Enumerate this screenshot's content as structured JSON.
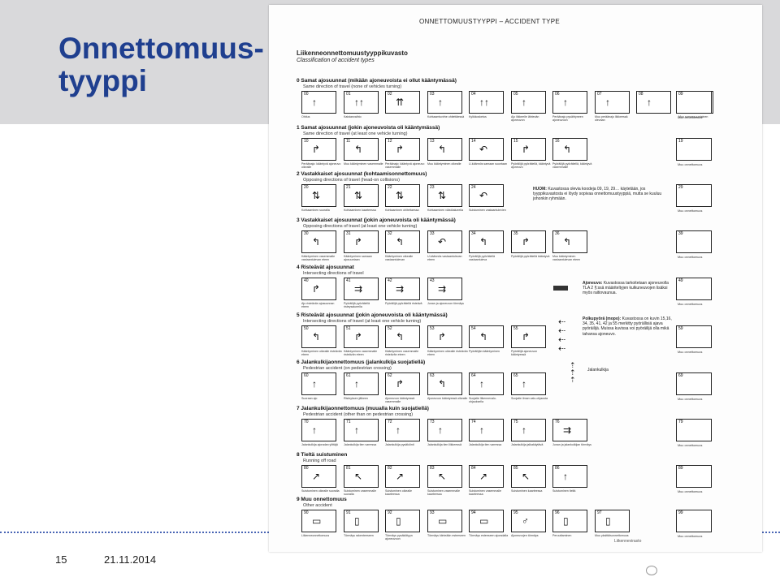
{
  "slide": {
    "title_line1": "Onnettomuus-",
    "title_line2": "tyyppi",
    "page_number": "15",
    "date": "21.11.2014",
    "logo_text": "Liikennevirasto"
  },
  "doc": {
    "header": "ONNETTOMUUSTYYPPI – ACCIDENT TYPE",
    "title_fi": "Liikenneonnettomuustyyppikuvasto",
    "title_en": "Classification of accident types",
    "sections": [
      {
        "title": "0 Samat ajosuunnat (mikään ajoneuvoista ei ollut kääntymässä)",
        "subtitle": "Same direction of travel (none of vehicles turning)",
        "codes": [
          "00",
          "01",
          "02",
          "03",
          "04",
          "05",
          "06",
          "07",
          "08",
          "09"
        ],
        "icons": [
          "↑",
          "↑↑",
          "⇈",
          "↑",
          "↑↑",
          "↑",
          "↑",
          "↑",
          "↑",
          "↑"
        ],
        "captions": [
          "Ohitus",
          "Kaistanvaihto",
          "",
          "Kohtaamisvirhe ohitettäessä",
          "Kylkikosketus",
          "Ajo liikkeelle lähtevän ajoneuvon",
          "Peräänajo pysähtyneen ajoneuvoon",
          "Muu peräänajo liikkeessä olevaan",
          "",
          "Muu samansuuntainen"
        ]
      },
      {
        "title": "1 Samat ajosuunnat (jokin ajoneuvoista oli kääntymässä)",
        "subtitle": "Same direction of travel (at least one vehicle turning)",
        "codes": [
          "10",
          "11",
          "12",
          "13",
          "14",
          "15",
          "16"
        ],
        "icons": [
          "↱",
          "↰",
          "↱",
          "↰",
          "↶",
          "↱",
          "↰"
        ],
        "captions": [
          "Peräänajo: kääntyvä ajoneuvo oikealle",
          "Muu kääntyminen vasemmalle",
          "Peräänajo: kääntyvä ajoneuvo vasemmalle",
          "Muu kääntyminen oikealle",
          "U-käännös samaan suuntaan",
          "Pyöräilijä pyörätiellä, kääntyvä ajoneuvo",
          "Pyöräilijä pyörätiellä, kääntyvä vasemmalle"
        ]
      },
      {
        "title": "2 Vastakkaiset ajosuunnat (kohtaamisonnettomuus)",
        "subtitle": "Opposing directions of travel (head-on collisions)",
        "codes": [
          "20",
          "21",
          "22",
          "23",
          "24"
        ],
        "icons": [
          "⇅",
          "⇅",
          "⇅",
          "⇅",
          "↶"
        ],
        "captions": [
          "Kohtaaminen suoralla",
          "Kohtaaminen kaarteessa",
          "Kohtaaminen ohitettaessa",
          "Kohtaaminen väistöalueella",
          "Suistuminen vastaantulevien"
        ]
      },
      {
        "title": "3 Vastakkaiset ajosuunnat (jokin ajoneuvoista oli kääntymässä)",
        "subtitle": "Opposing directions of travel (at least one vehicle turning)",
        "codes": [
          "30",
          "31",
          "32",
          "33",
          "34",
          "35",
          "36"
        ],
        "icons": [
          "↰",
          "↱",
          "↰",
          "↶",
          "↰",
          "↱",
          "↰"
        ],
        "captions": [
          "Kääntyminen vasemmalle vastaantulevan eteen",
          "Kääntyminen samaan ajosuuntaan",
          "Kääntyminen oikealle vastaantulevan",
          "U-käännös vastaantulevan eteen",
          "Pyöräilijä pyörätiellä vastaantuleva",
          "Pyöräilijä pyörätiellä kääntyvä",
          "Muu kääntyminen vastaantulevan eteen"
        ]
      },
      {
        "title": "4 Risteävät ajosuunnat",
        "subtitle": "Intersecting directions of travel",
        "codes": [
          "40",
          "41",
          "42",
          "43"
        ],
        "icons": [
          "↱",
          "⇉",
          "⇉",
          "⇉"
        ],
        "captions": [
          "Ajo risteävän ajosuunnan eteen",
          "Pyöräilijä pyörätiellä risteysalueella",
          "Pyöräilijä pyörätiellä risteävä",
          "Junan ja ajoneuvon törmäys"
        ]
      },
      {
        "title": "5 Risteävät ajosuunnat (jokin ajoneuvoista oli kääntymässä)",
        "subtitle": "Intersecting directions of travel (at least one vehicle turning)",
        "codes": [
          "50",
          "51",
          "52",
          "53",
          "54",
          "55"
        ],
        "icons": [
          "↰",
          "↱",
          "↰",
          "↱",
          "↰",
          "↱"
        ],
        "captions": [
          "Kääntyminen oikealle risteävän eteen",
          "Kääntyminen vasemmalle risteävän eteen",
          "Kääntyminen vasemmalle risteävän eteen",
          "Kääntyminen oikealle risteävän eteen",
          "Pyöräilijän kääntyminen",
          "Pyöräilijä ajoneuvon kääntyessä"
        ]
      },
      {
        "title": "6 Jalankulkijaonnettomuus (jalankulkija suojatiellä)",
        "subtitle": "Pedestrian accident (on pedestrian crossing)",
        "codes": [
          "60",
          "61",
          "62",
          "63",
          "64",
          "65"
        ],
        "icons": [
          "↑",
          "↑",
          "↱",
          "↰",
          "↑",
          "↑"
        ],
        "captions": [
          "Suoraan ajo",
          "Risteyksen jälkeen",
          "Ajoneuvon kääntyessä vasemmalle",
          "Ajoneuvon kääntyessä oikealle",
          "Suojatie liikennevalo-ohjauksella",
          "Suojatie ilman valo-ohjausta"
        ]
      },
      {
        "title": "7 Jalankulkijaonnettomuus (muualla kuin suojatiellä)",
        "subtitle": "Pedestrian accident (other than on pedestrian crossing)",
        "codes": [
          "70",
          "71",
          "72",
          "73",
          "74",
          "75",
          "76"
        ],
        "icons": [
          "↑",
          "↑",
          "↑",
          "↑",
          "↑",
          "↑",
          "⇉"
        ],
        "captions": [
          "Jalankulkija ajoradan ylittäjä",
          "Jalankulkija tien varressa",
          "Jalankulkija pysäköinti",
          "Jalankulkija tien liikkeessä",
          "Jalankulkija tien varressa",
          "Jalankulkija jalkakäytävä",
          "Junan ja jalankulkijan törmäys"
        ]
      },
      {
        "title": "8 Tieltä suistuminen",
        "subtitle": "Running off road",
        "codes": [
          "80",
          "81",
          "82",
          "83",
          "84",
          "85",
          "86"
        ],
        "icons": [
          "↗",
          "↖",
          "↗",
          "↖",
          "↗",
          "↖",
          "↑"
        ],
        "captions": [
          "Suistuminen oikealle suoralla",
          "Suistuminen vasemmalle suoralla",
          "Suistuminen oikealle kaarteessa",
          "Suistuminen vasemmalle kaarteessa",
          "Suistuminen vasemmalle kaarteessa",
          "Suistuminen kaarteessa",
          "Suistuminen tieltä"
        ]
      },
      {
        "title": "9 Muu onnettomuus",
        "subtitle": "Other accident",
        "codes": [
          "90",
          "91",
          "92",
          "93",
          "94",
          "95",
          "96",
          "97"
        ],
        "icons": [
          "▭",
          "▯",
          "▯",
          "▭",
          "▭",
          "♂",
          "▯",
          "▯"
        ],
        "captions": [
          "Liikenneonnettomuus",
          "Törmäys rakenteeseen",
          "Törmäys pysäköityyn ajoneuvoon",
          "Törmäys kiinteään esteeseen",
          "Törmäys esteeseen ajoradalla",
          "Ajoneuvojen törmäys",
          "Peruuttaminen",
          "Muu yksittäisonnettomuus"
        ]
      }
    ],
    "other_codes": [
      "09",
      "19",
      "29",
      "39",
      "49",
      "59",
      "69",
      "79",
      "89",
      "99"
    ],
    "other_caption": "Muu onnettomuus",
    "notes": {
      "note1_title": "HUOM:",
      "note1_text": "Kuvastossa olevia koodeja 09, 19, 29… käytetään, jos tyyppikuvastosta ei löydy sopivaa onnettomuustyyppiä, mutta se kuuluu johonkin ryhmään.",
      "note2_title": "Ajoneuvo:",
      "note2_text": "Kuvastossa tarkoitetaan ajoneuvolla TLA 2 §:ssä määriteltyjen kulkuneuvojen lisäksi myös raitiovaunua.",
      "note3_title": "Polkupyörä (mopo):",
      "note3_text": "Kuvastossa on kuvin 15,16, 34, 35, 41, 42 ja 55 merkitty pyörällisiä ajava pyöräilijä. Muissa kuvissa voi pyöräilijä olla mikä tahansa ajoneuvo.",
      "note4": "Jalankulkija"
    }
  }
}
